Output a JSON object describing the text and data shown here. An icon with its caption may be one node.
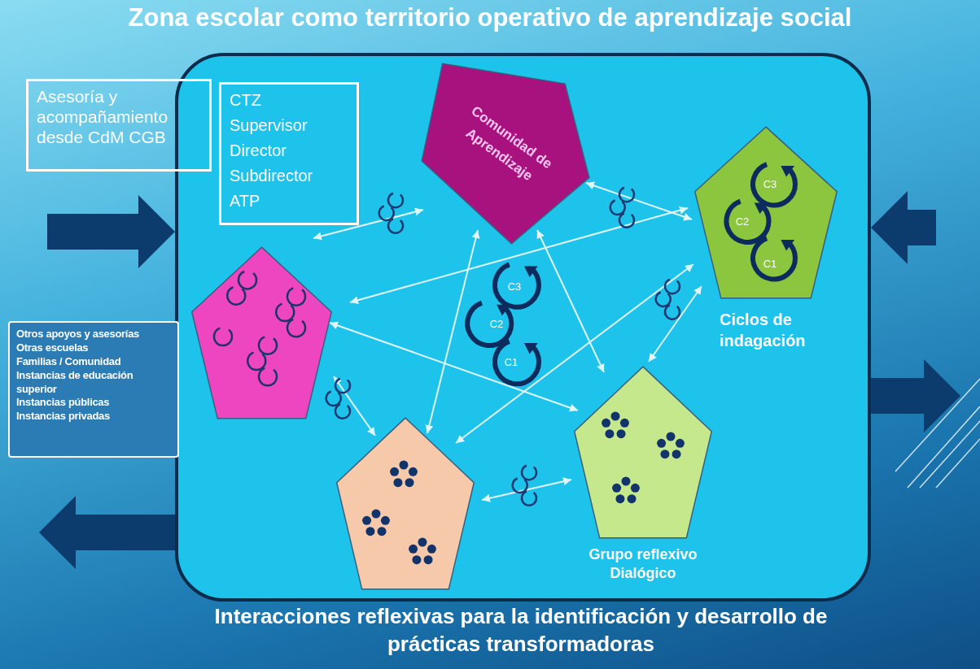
{
  "diagram": {
    "title": "Zona escolar como territorio operativo de aprendizaje social",
    "caption": "Interacciones reflexivas para la identificación y desarrollo de prácticas transformadoras",
    "nodes": [
      {
        "text": [],
        "shape": "box"
      },
      {
        "text": [
          "Asesoría y acompañamiento desde CdM CGB"
        ]
      },
      {
        "text": [
          "CTZ",
          "Supervisor",
          "Director",
          "Subdirector",
          "ATP"
        ],
        "in": 0
      },
      {
        "text": [
          "Comunidad de Aprendizaje"
        ],
        "in": 0
      },
      {
        "text": [
          "C3",
          "C2",
          "C1",
          "Ciclos de indagación"
        ],
        "in": 0
      },
      {
        "text": [],
        "shape": "pentagon",
        "in": 0
      },
      {
        "text": [
          "Otros apoyos y asesorías",
          "Otras escuelas",
          "Familias / Comunidad",
          "Instancias de educación superior",
          "Instancias públicas",
          "Instancias privadas"
        ]
      },
      {
        "text": [],
        "shape": "pentagon",
        "in": 0
      },
      {
        "text": [
          "Grupo reflexivo Dialógico"
        ],
        "in": 0
      }
    ],
    "edges": [
      {
        "from": 2,
        "to": 3,
        "arrow": "both"
      },
      {
        "from": 3,
        "to": 4,
        "arrow": "both"
      },
      {
        "from": 5,
        "to": 4,
        "arrow": "both"
      },
      {
        "from": 5,
        "to": 8,
        "arrow": "both"
      },
      {
        "from": 5,
        "to": 7,
        "arrow": "both"
      },
      {
        "from": 3,
        "to": 7,
        "arrow": "both"
      },
      {
        "from": 3,
        "to": 8,
        "arrow": "both"
      },
      {
        "from": 7,
        "to": 4,
        "arrow": "both"
      },
      {
        "from": 8,
        "to": 4,
        "arrow": "both"
      },
      {
        "from": 7,
        "to": 8,
        "arrow": "both"
      },
      {
        "from": null,
        "to": 0,
        "arrow": "to",
        "style": "thick",
        "color": "#0c3c6e"
      },
      {
        "from": null,
        "to": 0,
        "arrow": "to",
        "style": "thick",
        "color": "#0c3c6e"
      },
      {
        "from": 0,
        "to": null,
        "arrow": "to",
        "style": "thick",
        "color": "#0c3c6e"
      },
      {
        "from": 0,
        "to": null,
        "arrow": "to",
        "style": "thick",
        "color": "#0c3c6e"
      }
    ],
    "labels": [
      "C3",
      "C2",
      "C1"
    ]
  }
}
